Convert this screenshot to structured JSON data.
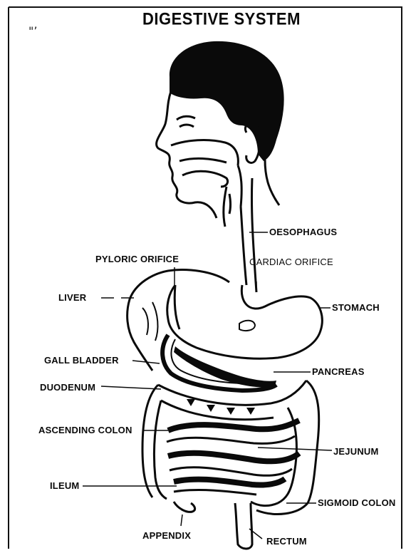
{
  "title": "DIGESTIVE SYSTEM",
  "corner_mark": "\"’",
  "labels": {
    "oesophagus": "OESOPHAGUS",
    "pyloric_orifice": "PYLORIC  ORIFICE",
    "cardiac_orifice": "CARDIAC ORIFICE",
    "liver": "LIVER",
    "stomach": "STOMACH",
    "gall_bladder": "GALL BLADDER",
    "pancreas": "PANCREAS",
    "duodenum": "DUODENUM",
    "ascending_colon": "ASCENDING COLON",
    "jejunum": "JEJUNUM",
    "ileum": "ILEUM",
    "sigmoid_colon": "SIGMOID COLON",
    "appendix": "APPENDIX",
    "rectum": "RECTUM"
  },
  "colors": {
    "ink": "#0a0a0a",
    "paper": "#ffffff"
  }
}
